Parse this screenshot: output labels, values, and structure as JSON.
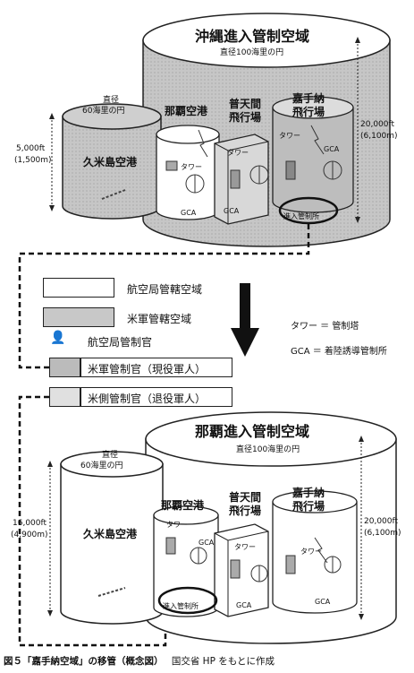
{
  "figure_top": {
    "outer_title": "沖縄進入管制空域",
    "outer_sub": "直径100海里の円",
    "kume_diam_1": "直径",
    "kume_diam_2": "60海里の円",
    "kume_name": "久米島空港",
    "kume_alt_ft": "5,000ft",
    "kume_alt_m": "(1,500m)",
    "naha_name": "那覇空港",
    "futenma_name_1": "普天間",
    "futenma_name_2": "飛行場",
    "kadena_name_1": "嘉手納",
    "kadena_name_2": "飛行場",
    "right_alt_ft": "20,000ft",
    "right_alt_m": "(6,100m)",
    "tower": "タワー",
    "gca": "GCA",
    "approach_office": "進入管制所"
  },
  "legend": {
    "white_label": "航空局管轄空域",
    "gray_label": "米軍管轄空域",
    "civil_controller": "航空局管制官",
    "us_controller": "米軍管制官（現役軍人）",
    "us_side_controller": "米側管制官（退役軍人）",
    "note_tower": "タワー ＝ 管制塔",
    "note_gca": "GCA ＝ 着陸誘導管制所"
  },
  "figure_bottom": {
    "outer_title": "那覇進入管制空域",
    "outer_sub": "直径100海里の円",
    "kume_diam_1": "直径",
    "kume_diam_2": "60海里の円",
    "kume_name": "久米島空港",
    "kume_alt_ft": "16,000ft",
    "kume_alt_m": "(4,900m)",
    "naha_name": "那覇空港",
    "futenma_name_1": "普天間",
    "futenma_name_2": "飛行場",
    "kadena_name_1": "嘉手納",
    "kadena_name_2": "飛行場",
    "right_alt_ft": "20,000ft",
    "right_alt_m": "(6,100m)",
    "tower": "タワー",
    "gca": "GCA",
    "approach_office": "進入管制所"
  },
  "caption": {
    "fig_no": "図５",
    "title": "「嘉手納空域」の移管（概念図）",
    "source": "国交省 HP をもとに作成"
  },
  "colors": {
    "us_gray": "#c8c8c8",
    "civil_white": "#ffffff",
    "line": "#222222"
  }
}
